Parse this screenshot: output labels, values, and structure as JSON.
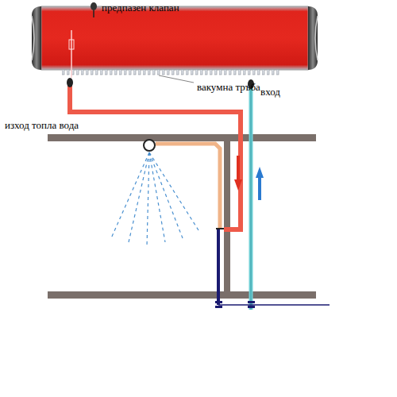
{
  "diagram": {
    "labels": [
      "предпазен клапан",
      "вакумна тръба",
      "вход",
      "изход топла вода"
    ]
  }
}
